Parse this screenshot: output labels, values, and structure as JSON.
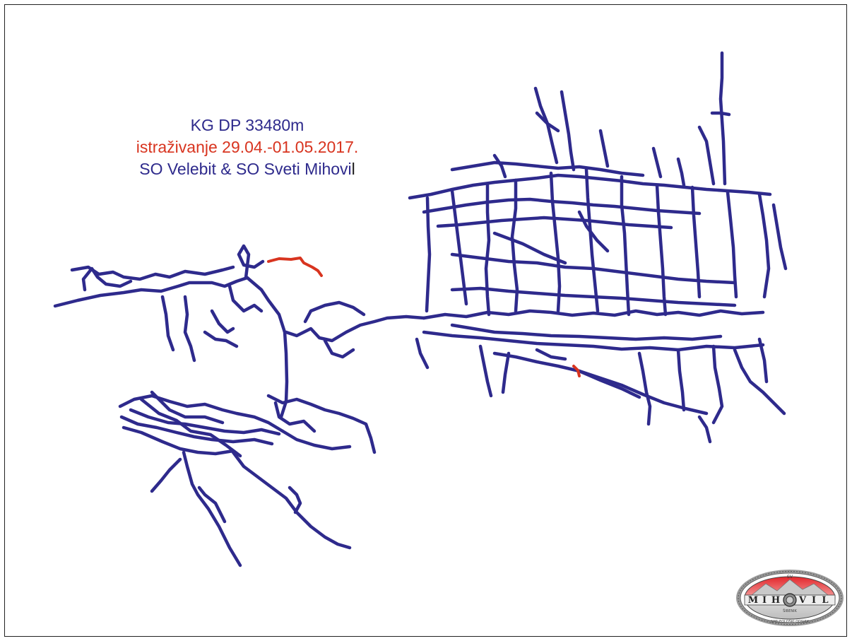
{
  "map": {
    "title": "KG DP 33480m",
    "exploration": "istraživanje 29.04.-01.05.2017.",
    "clubs_prefix": "SO Velebit & SO Sveti Mihovi",
    "clubs_suffix": "l",
    "survey_color": "#2e2a8c",
    "new_passage_color": "#d8341f"
  },
  "logo": {
    "brand_letters": [
      "M",
      "I",
      "H",
      "O",
      "V",
      "I",
      "L"
    ],
    "top_text": "SV",
    "bottom_text": "ŠIBENIK",
    "bottom_band_text": "· SPELEOLOŠKI ODSJEK ·",
    "icon": "mountain-emblem-icon"
  }
}
